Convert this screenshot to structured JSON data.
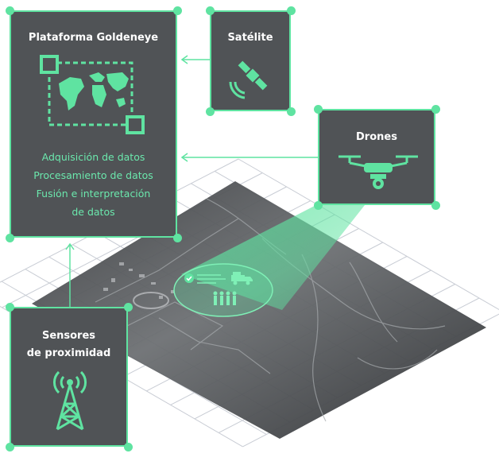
{
  "platform": {
    "title": "Plataforma Goldeneye",
    "items": [
      "Adquisición de datos",
      "Procesamiento de datos",
      "Fusión e interpretación",
      "de datos"
    ]
  },
  "satellite": {
    "title": "Satélite"
  },
  "drones": {
    "title": "Drones"
  },
  "sensors": {
    "title_line1": "Sensores",
    "title_line2": "de proximidad"
  },
  "icons": [
    "world-map-icon",
    "satellite-icon",
    "drone-icon",
    "antenna-tower-icon",
    "check-icon",
    "truck-icon",
    "people-icon"
  ],
  "colors": {
    "accent": "#5fe3a1",
    "box": "#505356",
    "grid": "#c8ccd4",
    "text": "#ffffff"
  }
}
